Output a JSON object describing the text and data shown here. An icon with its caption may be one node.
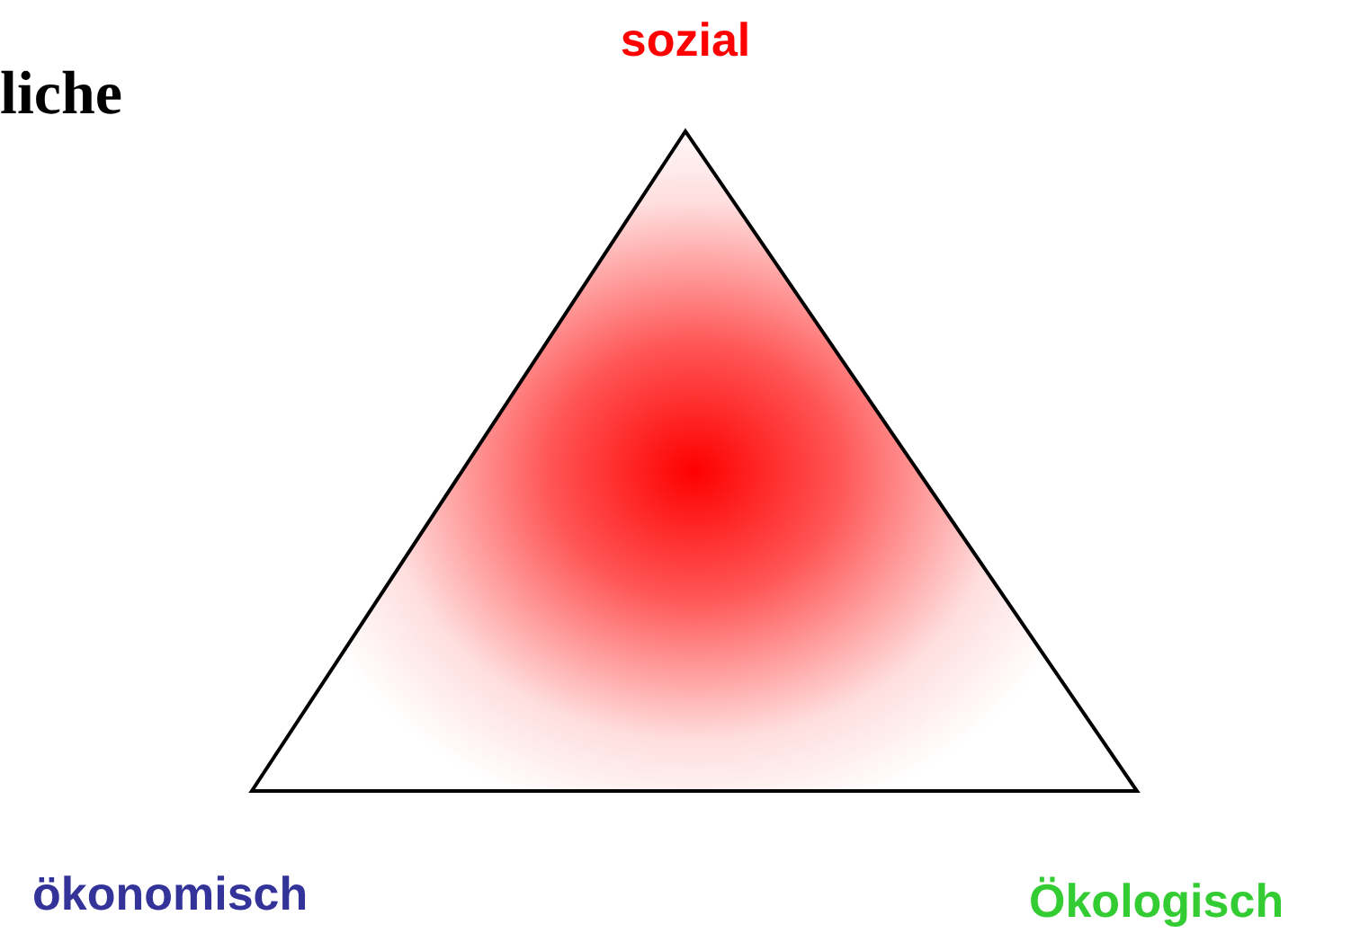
{
  "diagram": {
    "labels": [
      "liche",
      "sozial",
      "ökonomisch",
      "Ökologisch"
    ]
  }
}
